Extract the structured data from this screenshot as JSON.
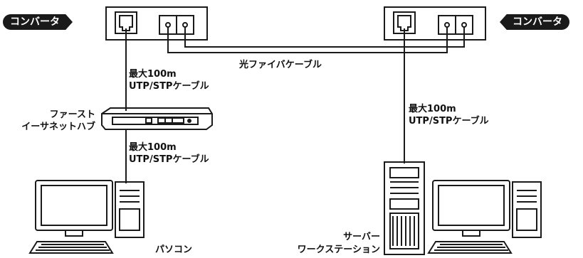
{
  "labels": {
    "converter_left": "コンバータ",
    "converter_right": "コンバータ",
    "fiber_cable": "光ファイバケーブル",
    "max_len_1": "最大100m",
    "utp_stp_1": "UTP/STPケーブル",
    "max_len_2": "最大100m",
    "utp_stp_2": "UTP/STPケーブル",
    "max_len_3": "最大100m",
    "utp_stp_3": "UTP/STPケーブル",
    "hub_line1": "ファースト",
    "hub_line2": "イーサネットハブ",
    "pc": "パソコン",
    "server_line1": "サーバー",
    "server_line2": "ワークステーション"
  },
  "colors": {
    "ink": "#1a1a1a",
    "paper": "#ffffff"
  }
}
